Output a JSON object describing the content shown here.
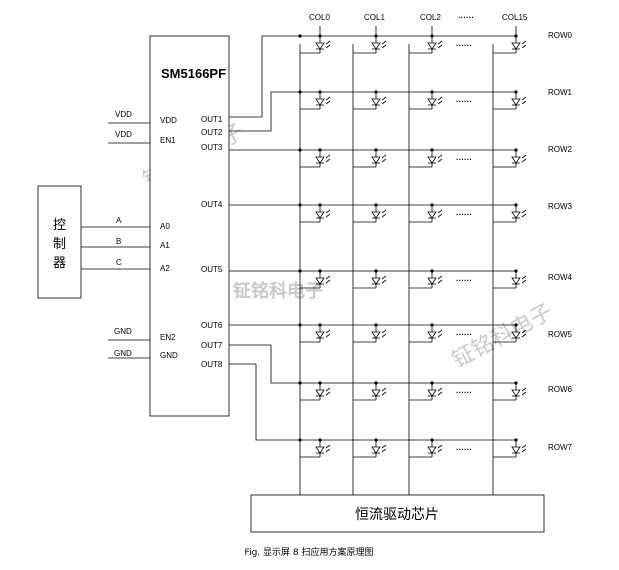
{
  "chip": {
    "name": "SM5166PF",
    "left_pins": [
      "VDD",
      "EN1",
      "A0",
      "A1",
      "A2",
      "EN2",
      "GND"
    ],
    "right_pins": [
      "OUT1",
      "OUT2",
      "OUT3",
      "OUT4",
      "OUT5",
      "OUT6",
      "OUT7",
      "OUT8"
    ]
  },
  "inputs": {
    "vdd1": "VDD",
    "vdd2": "VDD",
    "a": "A",
    "b": "B",
    "c": "C",
    "gnd1": "GND",
    "gnd2": "GND"
  },
  "controller": {
    "chars": [
      "控",
      "制",
      "器"
    ]
  },
  "matrix": {
    "columns": [
      "COL0",
      "COL1",
      "COL2",
      "COL15"
    ],
    "dots": "······",
    "row_dots": "······",
    "rows": [
      "ROW0",
      "ROW1",
      "ROW2",
      "ROW3",
      "ROW4",
      "ROW5",
      "ROW6",
      "ROW7"
    ]
  },
  "driver": {
    "label": "恒流驱动芯片"
  },
  "caption": "Fig.  显示屏 8 扫应用方案原理图",
  "watermarks": [
    "钲铭科电子",
    "钲铭科电子",
    "钲铭科电子"
  ]
}
